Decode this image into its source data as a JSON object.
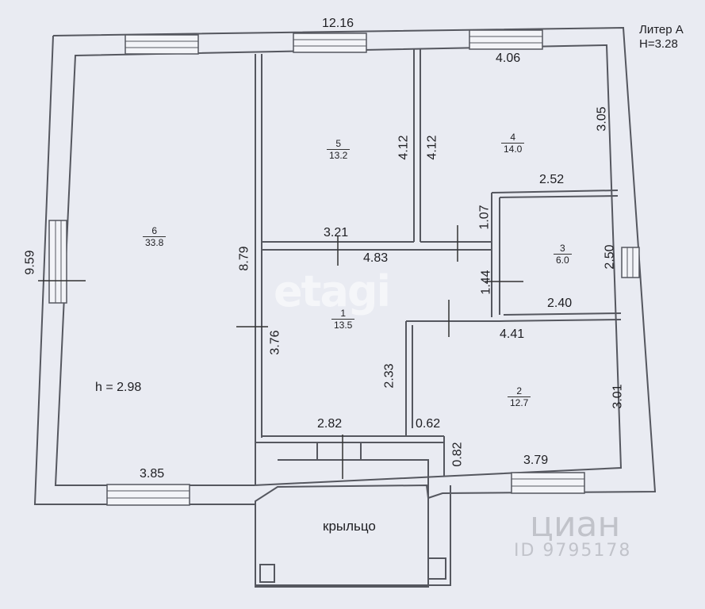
{
  "header": {
    "liter": "Литер А",
    "height_total": "Н=3.28"
  },
  "rooms": [
    {
      "num": "6",
      "area": "33.8"
    },
    {
      "num": "5",
      "area": "13.2"
    },
    {
      "num": "4",
      "area": "14.0"
    },
    {
      "num": "3",
      "area": "6.0"
    },
    {
      "num": "1",
      "area": "13.5"
    },
    {
      "num": "2",
      "area": "12.7"
    }
  ],
  "dimensions": {
    "top_total": "12.16",
    "left_total": "9.59",
    "r4_top": "4.06",
    "r4_right": "3.05",
    "r5_right": "4.12",
    "r4_left": "4.12",
    "r3_top": "2.52",
    "r3_left": "1.07",
    "r3_right": "2.50",
    "r3_bottom": "2.40",
    "r5_bottom": "3.21",
    "r6_right": "8.79",
    "r1_top": "4.83",
    "hall_side": "1.44",
    "r2_top": "4.41",
    "r1_left": "3.76",
    "r1_right": "2.33",
    "r2_right": "3.01",
    "r6_bottom": "3.85",
    "r1_bottom": "2.82",
    "r2_step_w": "0.62",
    "r2_step_h": "0.82",
    "r2_bottom": "3.79"
  },
  "ceiling_height": "h = 2.98",
  "porch_label": "крыльцо",
  "watermarks": {
    "etagi": "etagi",
    "cian": "циан",
    "cian_id": "ID 9795178"
  }
}
